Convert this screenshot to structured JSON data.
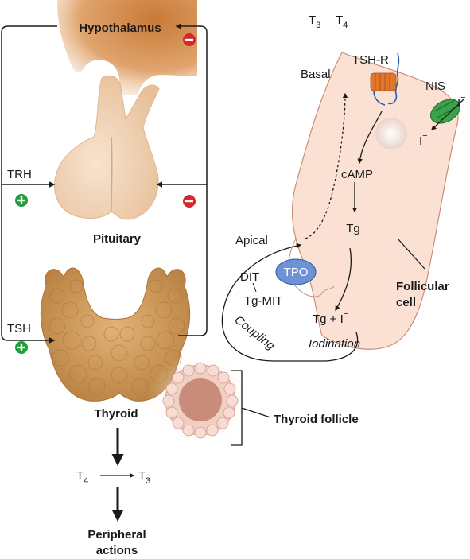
{
  "labels": {
    "hypothalamus": "Hypothalamus",
    "pituitary": "Pituitary",
    "thyroid": "Thyroid",
    "thyroid_follicle": "Thyroid follicle",
    "peripheral_line1": "Peripheral",
    "peripheral_line2": "actions",
    "trh": "TRH",
    "tsh": "TSH",
    "t4": "T",
    "t4_sub": "4",
    "t3": "T",
    "t3_sub": "3",
    "top_t3": "T",
    "top_t3_sub": "3",
    "top_t4": "T",
    "top_t4_sub": "4",
    "basal": "Basal",
    "apical": "Apical",
    "tsh_r": "TSH-R",
    "nis": "NIS",
    "iodide_out": "I",
    "iodide_out_sup": "−",
    "iodide_in": "I",
    "iodide_in_sup": "−",
    "camp": "cAMP",
    "tg": "Tg",
    "tpo": "TPO",
    "dit": "DIT",
    "tg_mit": "Tg-MIT",
    "tg_plus_i": "Tg  +  I",
    "tg_plus_i_sup": "−",
    "coupling": "Coupling",
    "iodination": "Iodination",
    "follicular_line1": "Follicular",
    "follicular_line2": "cell"
  },
  "signs": {
    "plus": "+",
    "minus": "−"
  },
  "colors": {
    "plus": "#1f9e3a",
    "minus": "#d8262c",
    "gland": "#c99352",
    "cell": "#fbe1d3",
    "tpo": "#6d93d6",
    "nis": "#3aa24a",
    "receptor": "#e2762a",
    "hypothalamus": "#d9985c"
  }
}
